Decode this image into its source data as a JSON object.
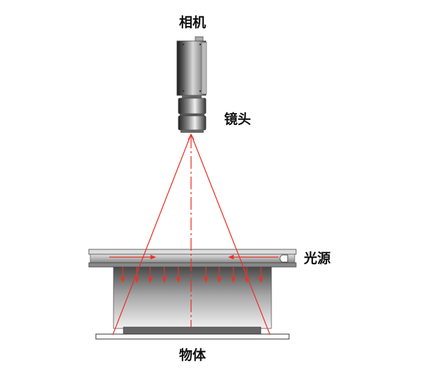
{
  "labels": {
    "camera": "相机",
    "lens": "镜头",
    "light_source": "光源",
    "object": "物体"
  },
  "colors": {
    "ray": "#e8352a",
    "outline": "#333333"
  }
}
